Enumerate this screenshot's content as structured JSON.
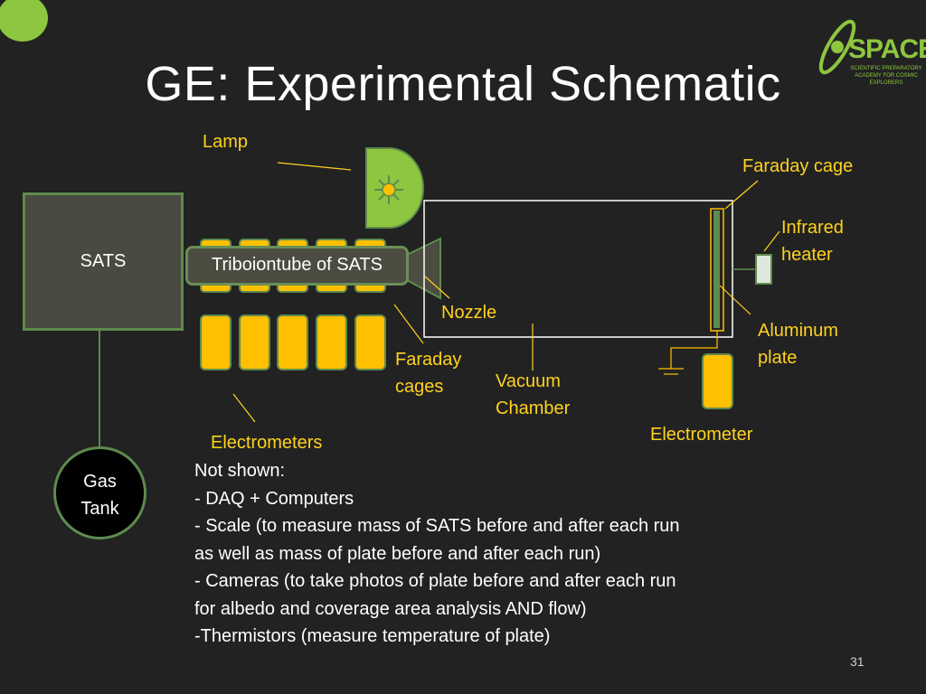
{
  "slide": {
    "title": "GE: Experimental Schematic",
    "page_number": "31"
  },
  "logo": {
    "name": "SPACE",
    "tagline": "SCIENTIFIC PREPARATORY ACADEMY FOR COSMIC EXPLORERS"
  },
  "components": {
    "sats": "SATS",
    "triboiontube": "Triboiontube of SATS",
    "gas_tank_line1": "Gas",
    "gas_tank_line2": "Tank"
  },
  "labels": {
    "lamp": "Lamp",
    "faraday_cage": "Faraday cage",
    "infrared_heater_line1": "Infrared",
    "infrared_heater_line2": "heater",
    "nozzle": "Nozzle",
    "aluminum_plate_line1": "Aluminum",
    "aluminum_plate_line2": "plate",
    "faraday_cages_line1": "Faraday",
    "faraday_cages_line2": "cages",
    "vacuum_chamber_line1": "Vacuum",
    "vacuum_chamber_line2": "Chamber",
    "electrometer": "Electrometer",
    "electrometers": "Electrometers"
  },
  "notes": [
    "Not shown:",
    "- DAQ + Computers",
    "- Scale (to measure mass of SATS before and after each run",
    "as well as mass of plate before and after each run)",
    "- Cameras (to take photos of plate before and after each run",
    "for albedo and coverage area analysis AND flow)",
    "-Thermistors (measure temperature of plate)"
  ],
  "colors": {
    "background": "#222222",
    "accent_yellow": "#ffc000",
    "label_yellow": "#ffd21f",
    "outline_green": "#5e8b4e",
    "lamp_green": "#8dc63f"
  }
}
